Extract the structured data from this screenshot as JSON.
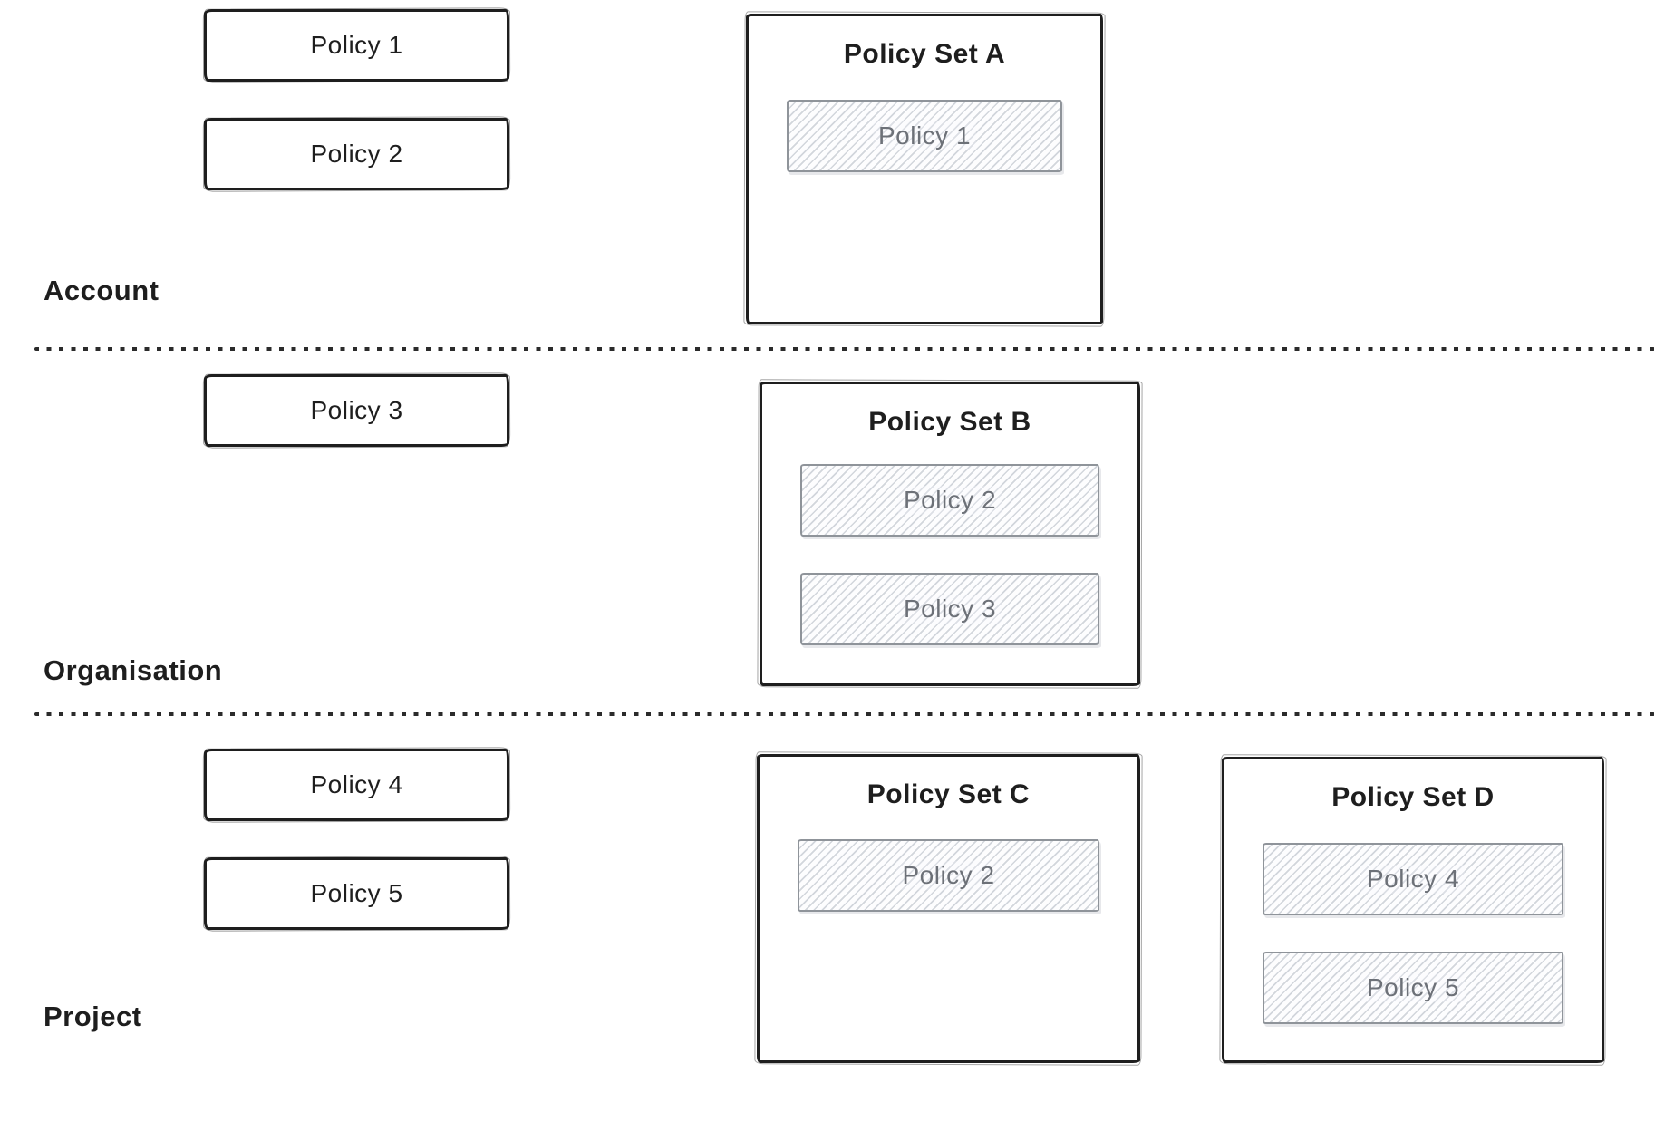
{
  "colors": {
    "bg": "#ffffff",
    "ink": "#1e1e1e",
    "gray-stroke": "#8f949a",
    "gray-text": "#6d7178",
    "hatch-line": "#d2d6dc",
    "divider": "#2b2b2b"
  },
  "sections": [
    {
      "label": "Account",
      "policies": [
        "Policy 1",
        "Policy 2"
      ],
      "policy_sets": [
        {
          "title": "Policy Set A",
          "members": [
            "Policy 1"
          ]
        }
      ]
    },
    {
      "label": "Organisation",
      "policies": [
        "Policy 3"
      ],
      "policy_sets": [
        {
          "title": "Policy Set B",
          "members": [
            "Policy 2",
            "Policy 3"
          ]
        }
      ]
    },
    {
      "label": "Project",
      "policies": [
        "Policy 4",
        "Policy 5"
      ],
      "policy_sets": [
        {
          "title": "Policy Set C",
          "members": [
            "Policy 2"
          ]
        },
        {
          "title": "Policy Set D",
          "members": [
            "Policy 4",
            "Policy 5"
          ]
        }
      ]
    }
  ]
}
